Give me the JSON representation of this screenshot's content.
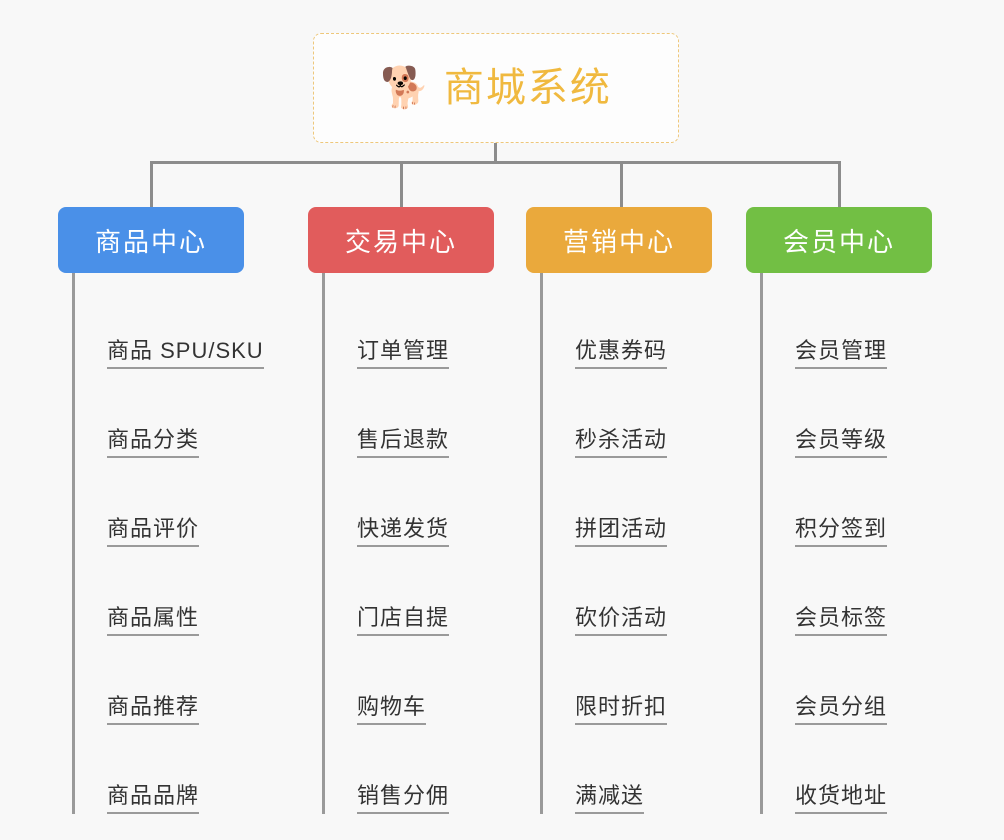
{
  "root": {
    "icon": "shiba-dog-face-emoji",
    "emoji": "🐕",
    "title": "商城系统",
    "accent_color": "#f0b93f",
    "border_style": "dashed"
  },
  "theme": {
    "background": "#f8f8f8",
    "connector_color": "#8c8c8c",
    "leaf_text_color": "#333333",
    "leaf_line_color": "#9a9a9a"
  },
  "columns": [
    {
      "id": "product-center",
      "label": "商品中心",
      "color": "#4a90e8",
      "items": [
        {
          "label": "商品 SPU/SKU"
        },
        {
          "label": "商品分类"
        },
        {
          "label": "商品评价"
        },
        {
          "label": "商品属性"
        },
        {
          "label": "商品推荐"
        },
        {
          "label": "商品品牌"
        }
      ]
    },
    {
      "id": "trade-center",
      "label": "交易中心",
      "color": "#e15c5c",
      "items": [
        {
          "label": "订单管理"
        },
        {
          "label": "售后退款"
        },
        {
          "label": "快递发货"
        },
        {
          "label": "门店自提"
        },
        {
          "label": "购物车"
        },
        {
          "label": "销售分佣"
        }
      ]
    },
    {
      "id": "marketing-center",
      "label": "营销中心",
      "color": "#eaa93c",
      "items": [
        {
          "label": "优惠券码"
        },
        {
          "label": "秒杀活动"
        },
        {
          "label": "拼团活动"
        },
        {
          "label": "砍价活动"
        },
        {
          "label": "限时折扣"
        },
        {
          "label": "满减送"
        }
      ]
    },
    {
      "id": "member-center",
      "label": "会员中心",
      "color": "#72bf44",
      "items": [
        {
          "label": "会员管理"
        },
        {
          "label": "会员等级"
        },
        {
          "label": "积分签到"
        },
        {
          "label": "会员标签"
        },
        {
          "label": "会员分组"
        },
        {
          "label": "收货地址"
        }
      ]
    }
  ]
}
